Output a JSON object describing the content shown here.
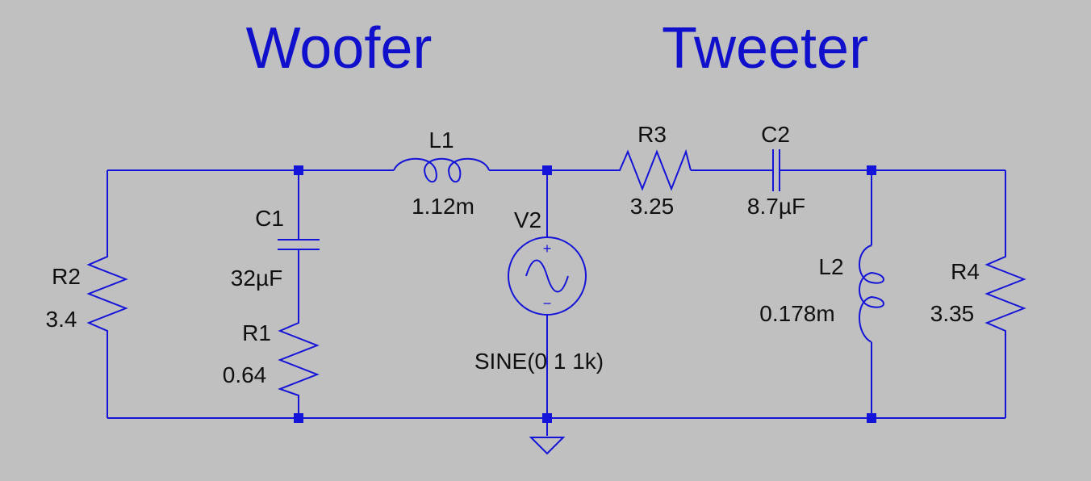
{
  "titles": {
    "woofer": "Woofer",
    "tweeter": "Tweeter"
  },
  "components": {
    "r2": {
      "name": "R2",
      "value": "3.4"
    },
    "c1": {
      "name": "C1",
      "value": "32µF"
    },
    "r1": {
      "name": "R1",
      "value": "0.64"
    },
    "l1": {
      "name": "L1",
      "value": "1.12m"
    },
    "v2": {
      "name": "V2",
      "value": "SINE(0 1 1k)",
      "plus": "+",
      "minus": "−"
    },
    "r3": {
      "name": "R3",
      "value": "3.25"
    },
    "c2": {
      "name": "C2",
      "value": "8.7µF"
    },
    "l2": {
      "name": "L2",
      "value": "0.178m"
    },
    "r4": {
      "name": "R4",
      "value": "3.35"
    }
  },
  "colors": {
    "background": "#c0c0c0",
    "wire": "#1414d8",
    "title": "#1010cc",
    "label": "#101010"
  }
}
